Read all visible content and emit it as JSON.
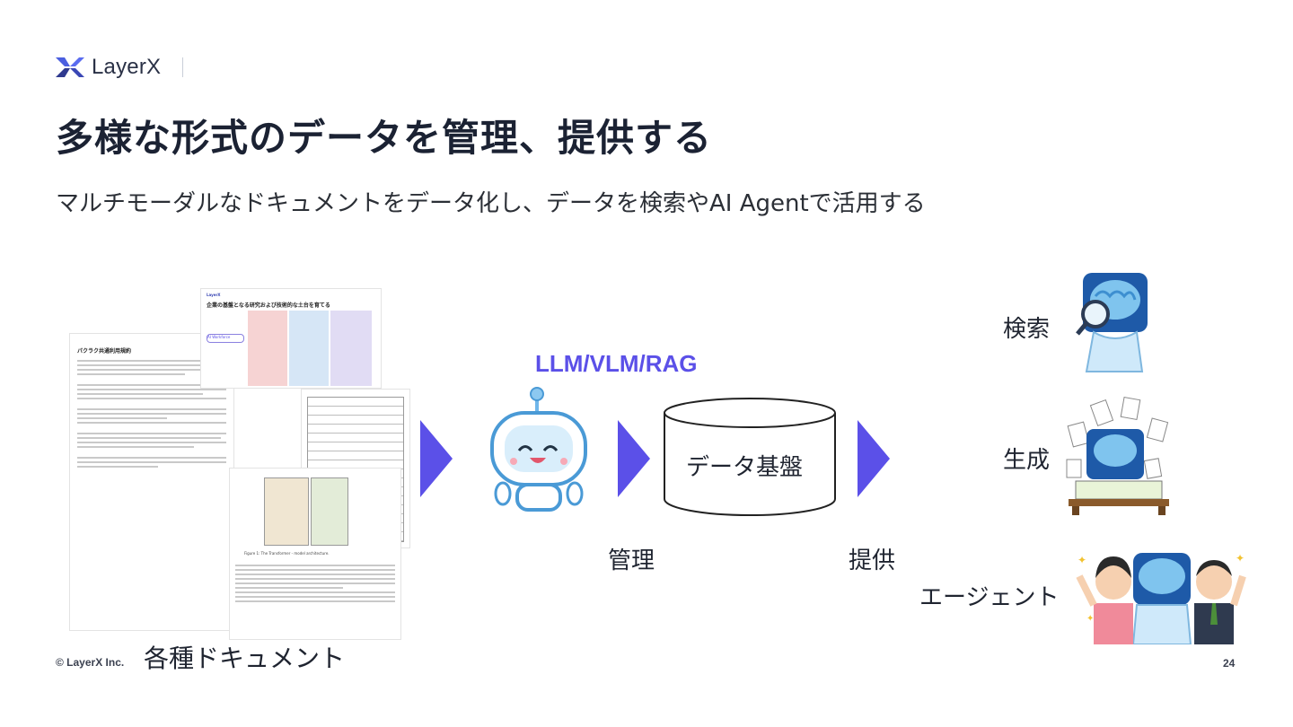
{
  "brand": {
    "name": "LayerX"
  },
  "slide": {
    "title": "多様な形式のデータを管理、提供する",
    "subtitle": "マルチモーダルなドキュメントをデータ化し、データを検索やAI Agentで活用する",
    "page_number": "24",
    "copyright": "© LayerX Inc."
  },
  "diagram": {
    "documents_label": "各種ドキュメント",
    "doc_title": "企業の基盤となる研究および技術的な土台を育てる",
    "doc_left_title": "パクラク共通利用規約",
    "doc_figure_caption": "Figure 1: The Transformer - model architecture.",
    "model_label": "LLM/VLM/RAG",
    "database_label": "データ基盤",
    "manage_label": "管理",
    "provide_label": "提供",
    "outputs": [
      {
        "label": "検索"
      },
      {
        "label": "生成"
      },
      {
        "label": "エージェント"
      }
    ],
    "colors": {
      "arrow": "#5b50e8",
      "robot": "#6fb6ea",
      "accent": "#5b50e8"
    }
  }
}
